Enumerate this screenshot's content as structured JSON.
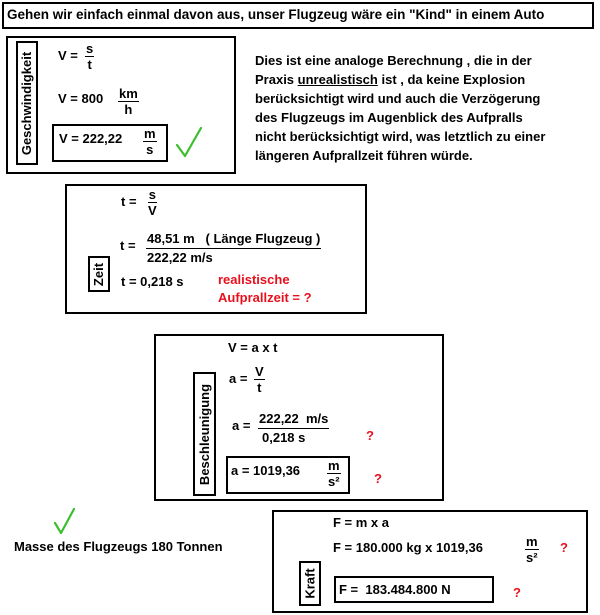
{
  "header": {
    "title": "Gehen wir einfach einmal davon aus, unser Flugzeug wäre ein \"Kind\"  in einem Auto"
  },
  "speed": {
    "label": "Geschwindigkeit",
    "formula_lhs": "V =",
    "formula_num": "s",
    "formula_den": "t",
    "value_lhs": "V = 800",
    "value_num": "km",
    "value_den": "h",
    "result_lhs": "V = 222,22",
    "result_num": "m",
    "result_den": "s"
  },
  "note": {
    "line1": "Dies ist eine analoge Berechnung , die in der",
    "line2_pre": "Praxis ",
    "line2_u": "unrealistisch",
    "line2_post": " ist , da keine Explosion",
    "line3": "berücksichtigt wird und auch die Verzögerung",
    "line4": "des Flugzeugs im Augenblick des Aufpralls",
    "line5": "nicht berücksichtigt wird, was letztlich zu einer",
    "line6": "längeren Aufprallzeit führen würde."
  },
  "time": {
    "label": "Zeit",
    "formula_lhs": "t =",
    "formula_num": "s",
    "formula_den": "V",
    "value_lhs": "t =",
    "value_num": "48,51 m   ( Länge Flugzeug )",
    "value_den": "222,22 m/s",
    "result": "t = 0,218 s",
    "realistic_line1": "realistische",
    "realistic_line2": "Aufprallzeit = ?"
  },
  "accel": {
    "label": "Beschleunigung",
    "v_formula": "V = a x t",
    "a_lhs": "a =",
    "a_num": "V",
    "a_den": "t",
    "val_lhs": "a =",
    "val_num": "222,22  m/s",
    "val_den": "0,218 s",
    "q1": "?",
    "result_lhs": "a = 1019,36",
    "result_num": "m",
    "result_den": "s²",
    "q2": "?"
  },
  "mass": {
    "text": "Masse des Flugzeugs 180 Tonnen"
  },
  "force": {
    "label": "Kraft",
    "formula": "F = m x a",
    "value_lhs": "F = 180.000 kg x 1019,36",
    "value_num": "m",
    "value_den": "s²",
    "q1": "?",
    "result": "F =  183.484.800 N",
    "q2": "?"
  },
  "colors": {
    "accent_red": "#e8101c",
    "check_green": "#3cbf2f"
  }
}
